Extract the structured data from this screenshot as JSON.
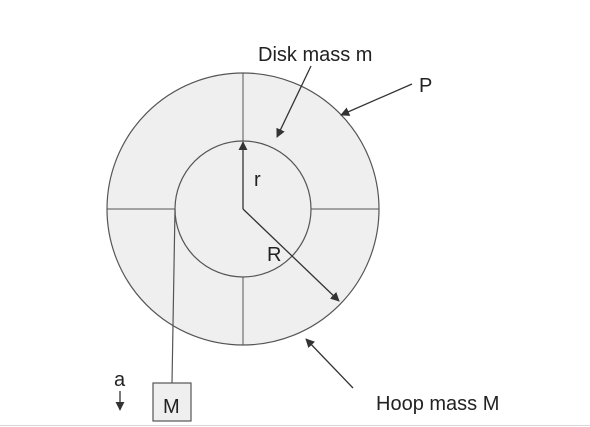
{
  "labels": {
    "disk_mass": "Disk mass m",
    "point": "P",
    "inner_radius": "r",
    "outer_radius": "R",
    "acceleration": "a",
    "hanging_mass": "M",
    "hoop_mass": "Hoop mass M"
  },
  "colors": {
    "fill": "#efefef",
    "stroke": "#555555",
    "arrow": "#333333",
    "text": "#222222"
  }
}
